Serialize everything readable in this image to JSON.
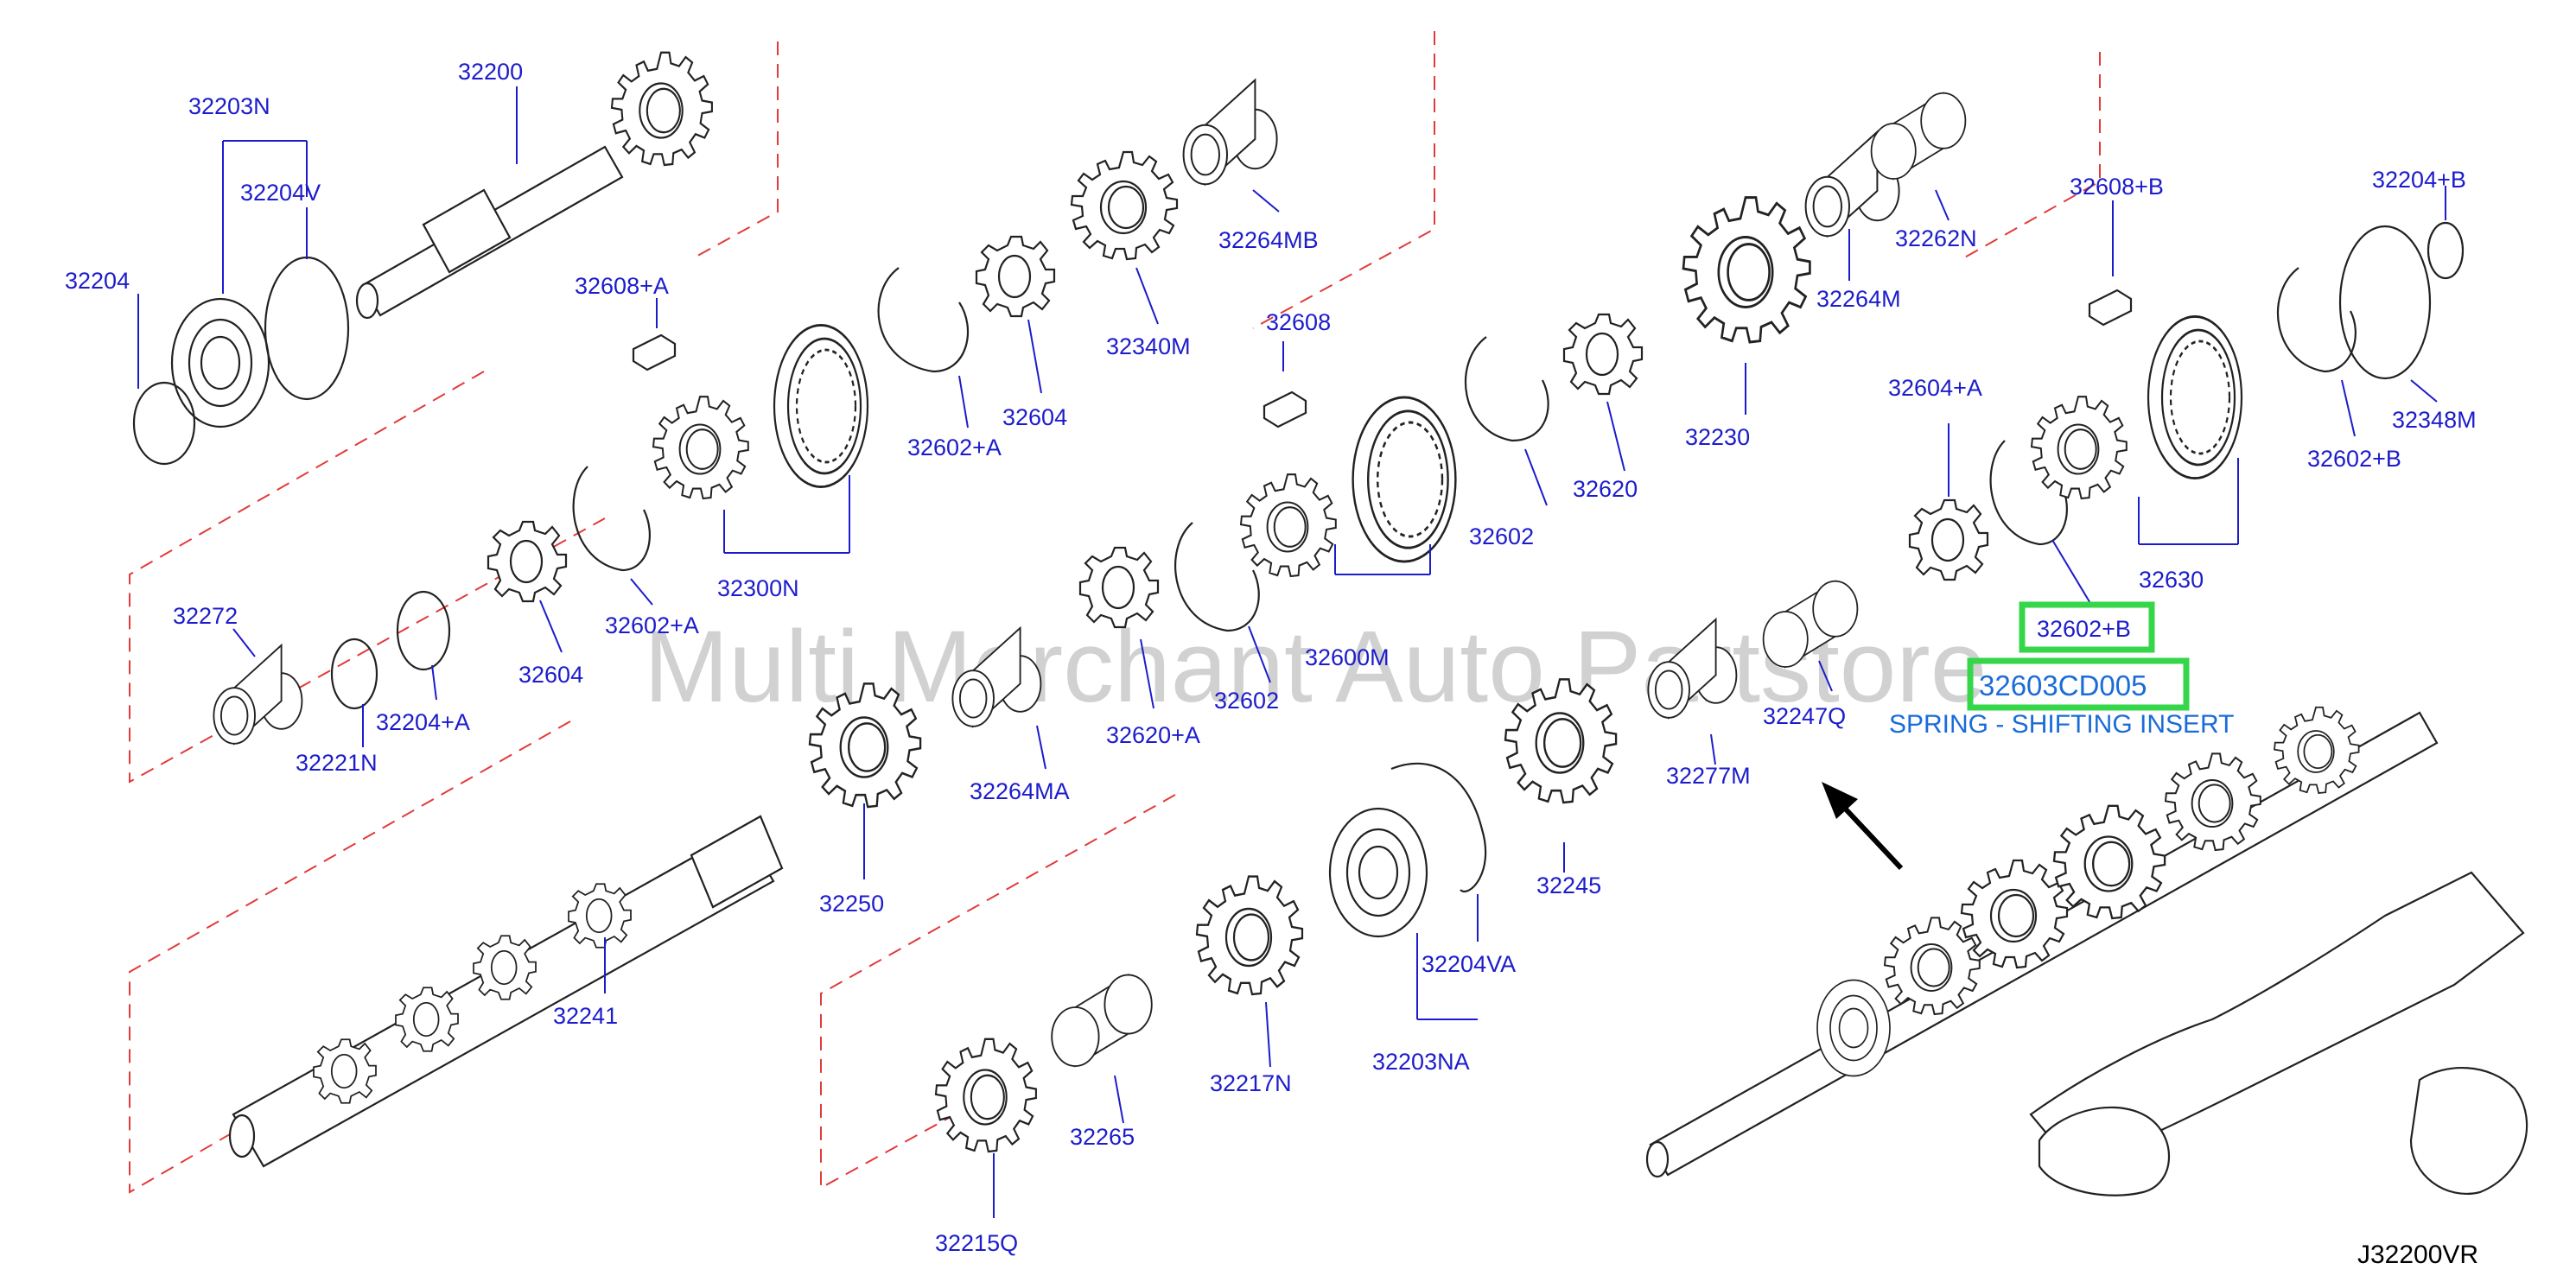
{
  "diagram": {
    "watermark": "Multi Merchant Auto Partstore",
    "drawing_code": "J32200VR",
    "highlighted": {
      "part_number": "32603CD005",
      "description": "SPRING - SHIFTING INSERT",
      "callout": "32602+B",
      "box_color": "#35d64a"
    },
    "callouts": [
      "32200",
      "32203N",
      "32204V",
      "32204",
      "32608+A",
      "32300N",
      "32602+A",
      "32604",
      "32340M",
      "32264MB",
      "32272",
      "32221N",
      "32204+A",
      "32602+A",
      "32604",
      "32264MA",
      "32250",
      "32241",
      "32620+A",
      "32602",
      "32600M",
      "32608",
      "32602",
      "32620",
      "32230",
      "32264M",
      "32262N",
      "32608+B",
      "32204+B",
      "32604+A",
      "32630",
      "32602+B",
      "32348M",
      "32247Q",
      "32277M",
      "32245",
      "32204VA",
      "32203NA",
      "32217N",
      "32265",
      "32215Q"
    ],
    "colors": {
      "label": "#1c1ccc",
      "phantom": "#e23b3b",
      "ink": "#222222"
    }
  }
}
